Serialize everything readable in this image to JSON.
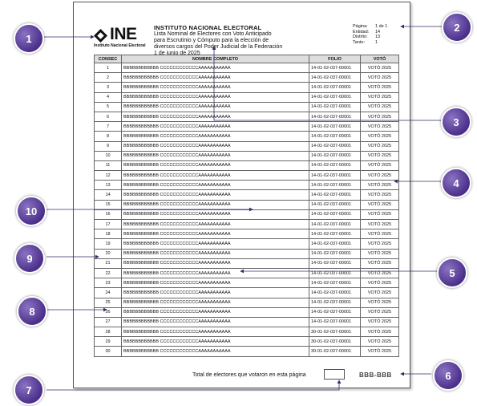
{
  "logo": {
    "text": "INE",
    "subtitle": "Instituto Nacional Electoral"
  },
  "header": {
    "title": "INSTITUTO NACIONAL ELECTORAL",
    "lines": [
      "Lista Nominal de Electores con Voto Anticipado",
      "para Escrutinio y Cómputo para la elección de",
      "diversos cargos del Poder Judicial de la Federación",
      "1 de junio de 2025"
    ]
  },
  "meta": [
    {
      "label": "Página:",
      "value": "1 de 1"
    },
    {
      "label": "Entidad:",
      "value": "14"
    },
    {
      "label": "Distrito:",
      "value": "13"
    },
    {
      "label": "Tanto:",
      "value": "1"
    }
  ],
  "table": {
    "headers": [
      "CONSEC",
      "NOMBRE COMPLETO",
      "FOLIO",
      "VOTÓ"
    ],
    "rows": [
      {
        "n": "1",
        "name": "BBBBBBBBBBBB CCCCCCCCCCCCAAAAAAAAAAA",
        "folio": "14-01-02-037-00001",
        "vote": "VOTÓ 2025"
      },
      {
        "n": "2",
        "name": "BBBBBBBBBBBB CCCCCCCCCCCCAAAAAAAAAAA",
        "folio": "14-01-02-037-00001",
        "vote": "VOTÓ 2025"
      },
      {
        "n": "3",
        "name": "BBBBBBBBBBBB CCCCCCCCCCCCAAAAAAAAAAA",
        "folio": "14-01-02-037-00001",
        "vote": "VOTÓ 2025"
      },
      {
        "n": "4",
        "name": "BBBBBBBBBBBB CCCCCCCCCCCCAAAAAAAAAAA",
        "folio": "14-01-02-037-00001",
        "vote": "VOTÓ 2025"
      },
      {
        "n": "5",
        "name": "BBBBBBBBBBBB CCCCCCCCCCCCAAAAAAAAAAA",
        "folio": "14-01-02-037-00001",
        "vote": "VOTÓ 2025"
      },
      {
        "n": "6",
        "name": "BBBBBBBBBBBB CCCCCCCCCCCCAAAAAAAAAAA",
        "folio": "14-01-02-037-00001",
        "vote": "VOTÓ 2025"
      },
      {
        "n": "7",
        "name": "BBBBBBBBBBBB CCCCCCCCCCCCAAAAAAAAAAA",
        "folio": "14-01-02-037-00001",
        "vote": "VOTÓ 2025"
      },
      {
        "n": "8",
        "name": "BBBBBBBBBBBB CCCCCCCCCCCCAAAAAAAAAAA",
        "folio": "14-01-02-037-00001",
        "vote": "VOTÓ 2025"
      },
      {
        "n": "9",
        "name": "BBBBBBBBBBBB CCCCCCCCCCCCAAAAAAAAAAA",
        "folio": "14-01-02-037-00001",
        "vote": "VOTÓ 2025"
      },
      {
        "n": "10",
        "name": "BBBBBBBBBBBB CCCCCCCCCCCCAAAAAAAAAAA",
        "folio": "14-01-02-037-00001",
        "vote": "VOTÓ 2025"
      },
      {
        "n": "11",
        "name": "BBBBBBBBBBBB CCCCCCCCCCCCAAAAAAAAAAA",
        "folio": "14-01-02-037-00001",
        "vote": "VOTÓ 2025"
      },
      {
        "n": "12",
        "name": "BBBBBBBBBBBB CCCCCCCCCCCCAAAAAAAAAAA",
        "folio": "14-01-02-037-00001",
        "vote": "VOTÓ 2025"
      },
      {
        "n": "13",
        "name": "BBBBBBBBBBBB CCCCCCCCCCCCAAAAAAAAAAA",
        "folio": "14-01-02-037-00001",
        "vote": "VOTÓ 2025"
      },
      {
        "n": "14",
        "name": "BBBBBBBBBBBB CCCCCCCCCCCCAAAAAAAAAAA",
        "folio": "14-01-02-037-00001",
        "vote": "VOTÓ 2025"
      },
      {
        "n": "15",
        "name": "BBBBBBBBBBBB CCCCCCCCCCCCAAAAAAAAAAA",
        "folio": "14-01-02-037-00001",
        "vote": "VOTÓ 2025"
      },
      {
        "n": "16",
        "name": "BBBBBBBBBBBB CCCCCCCCCCCCAAAAAAAAAAA",
        "folio": "14-01-02-037-00001",
        "vote": "VOTÓ 2025"
      },
      {
        "n": "17",
        "name": "BBBBBBBBBBBB CCCCCCCCCCCCAAAAAAAAAAA",
        "folio": "14-01-02-037-00001",
        "vote": "VOTÓ 2025"
      },
      {
        "n": "18",
        "name": "BBBBBBBBBBBB CCCCCCCCCCCCAAAAAAAAAAA",
        "folio": "14-01-02-037-00001",
        "vote": "VOTÓ 2025"
      },
      {
        "n": "19",
        "name": "BBBBBBBBBBBB CCCCCCCCCCCCAAAAAAAAAAA",
        "folio": "14-01-02-037-00001",
        "vote": "VOTÓ 2025"
      },
      {
        "n": "20",
        "name": "BBBBBBBBBBBB CCCCCCCCCCCCAAAAAAAAAAA",
        "folio": "14-01-02-037-00001",
        "vote": "VOTÓ 2025"
      },
      {
        "n": "21",
        "name": "BBBBBBBBBBBB CCCCCCCCCCCCAAAAAAAAAAA",
        "folio": "14-01-02-037-00001",
        "vote": "VOTÓ 2025"
      },
      {
        "n": "22",
        "name": "BBBBBBBBBBBB CCCCCCCCCCCCAAAAAAAAAAA",
        "folio": "14-01-02-037-00001",
        "vote": "VOTÓ 2025"
      },
      {
        "n": "23",
        "name": "BBBBBBBBBBBB CCCCCCCCCCCCAAAAAAAAAAA",
        "folio": "14-01-02-037-00001",
        "vote": "VOTÓ 2025"
      },
      {
        "n": "24",
        "name": "BBBBBBBBBBBB CCCCCCCCCCCCAAAAAAAAAAA",
        "folio": "14-01-02-037-00001",
        "vote": "VOTÓ 2025"
      },
      {
        "n": "25",
        "name": "BBBBBBBBBBBB CCCCCCCCCCCCAAAAAAAAAAA",
        "folio": "14-01-02-037-00001",
        "vote": "VOTÓ 2025"
      },
      {
        "n": "26",
        "name": "BBBBBBBBBBBB CCCCCCCCCCCCAAAAAAAAAAA",
        "folio": "14-01-02-037-00001",
        "vote": "VOTÓ 2025"
      },
      {
        "n": "27",
        "name": "BBBBBBBBBBBB CCCCCCCCCCCCAAAAAAAAAAA",
        "folio": "14-01-02-037-00001",
        "vote": "VOTÓ 2025"
      },
      {
        "n": "28",
        "name": "BBBBBBBBBBBB CCCCCCCCCCCCAAAAAAAAAAA",
        "folio": "30-01-02-037-00001",
        "vote": "VOTÓ 2025"
      },
      {
        "n": "29",
        "name": "BBBBBBBBBBBB CCCCCCCCCCCCAAAAAAAAAAA",
        "folio": "30-01-02-037-00001",
        "vote": "VOTÓ 2025"
      },
      {
        "n": "30",
        "name": "BBBBBBBBBBBB CCCCCCCCCCCCAAAAAAAAAAA",
        "folio": "30-01-02-037-00001",
        "vote": "VOTÓ 2025"
      }
    ]
  },
  "footer": {
    "total_label": "Total de electores que votaron en esta página",
    "code": "BBB-BBB"
  },
  "callouts": [
    "1",
    "2",
    "3",
    "4",
    "5",
    "6",
    "7",
    "8",
    "9",
    "10"
  ],
  "colors": {
    "callout": "#4b2f8a",
    "arrow": "#4b2f8a"
  }
}
